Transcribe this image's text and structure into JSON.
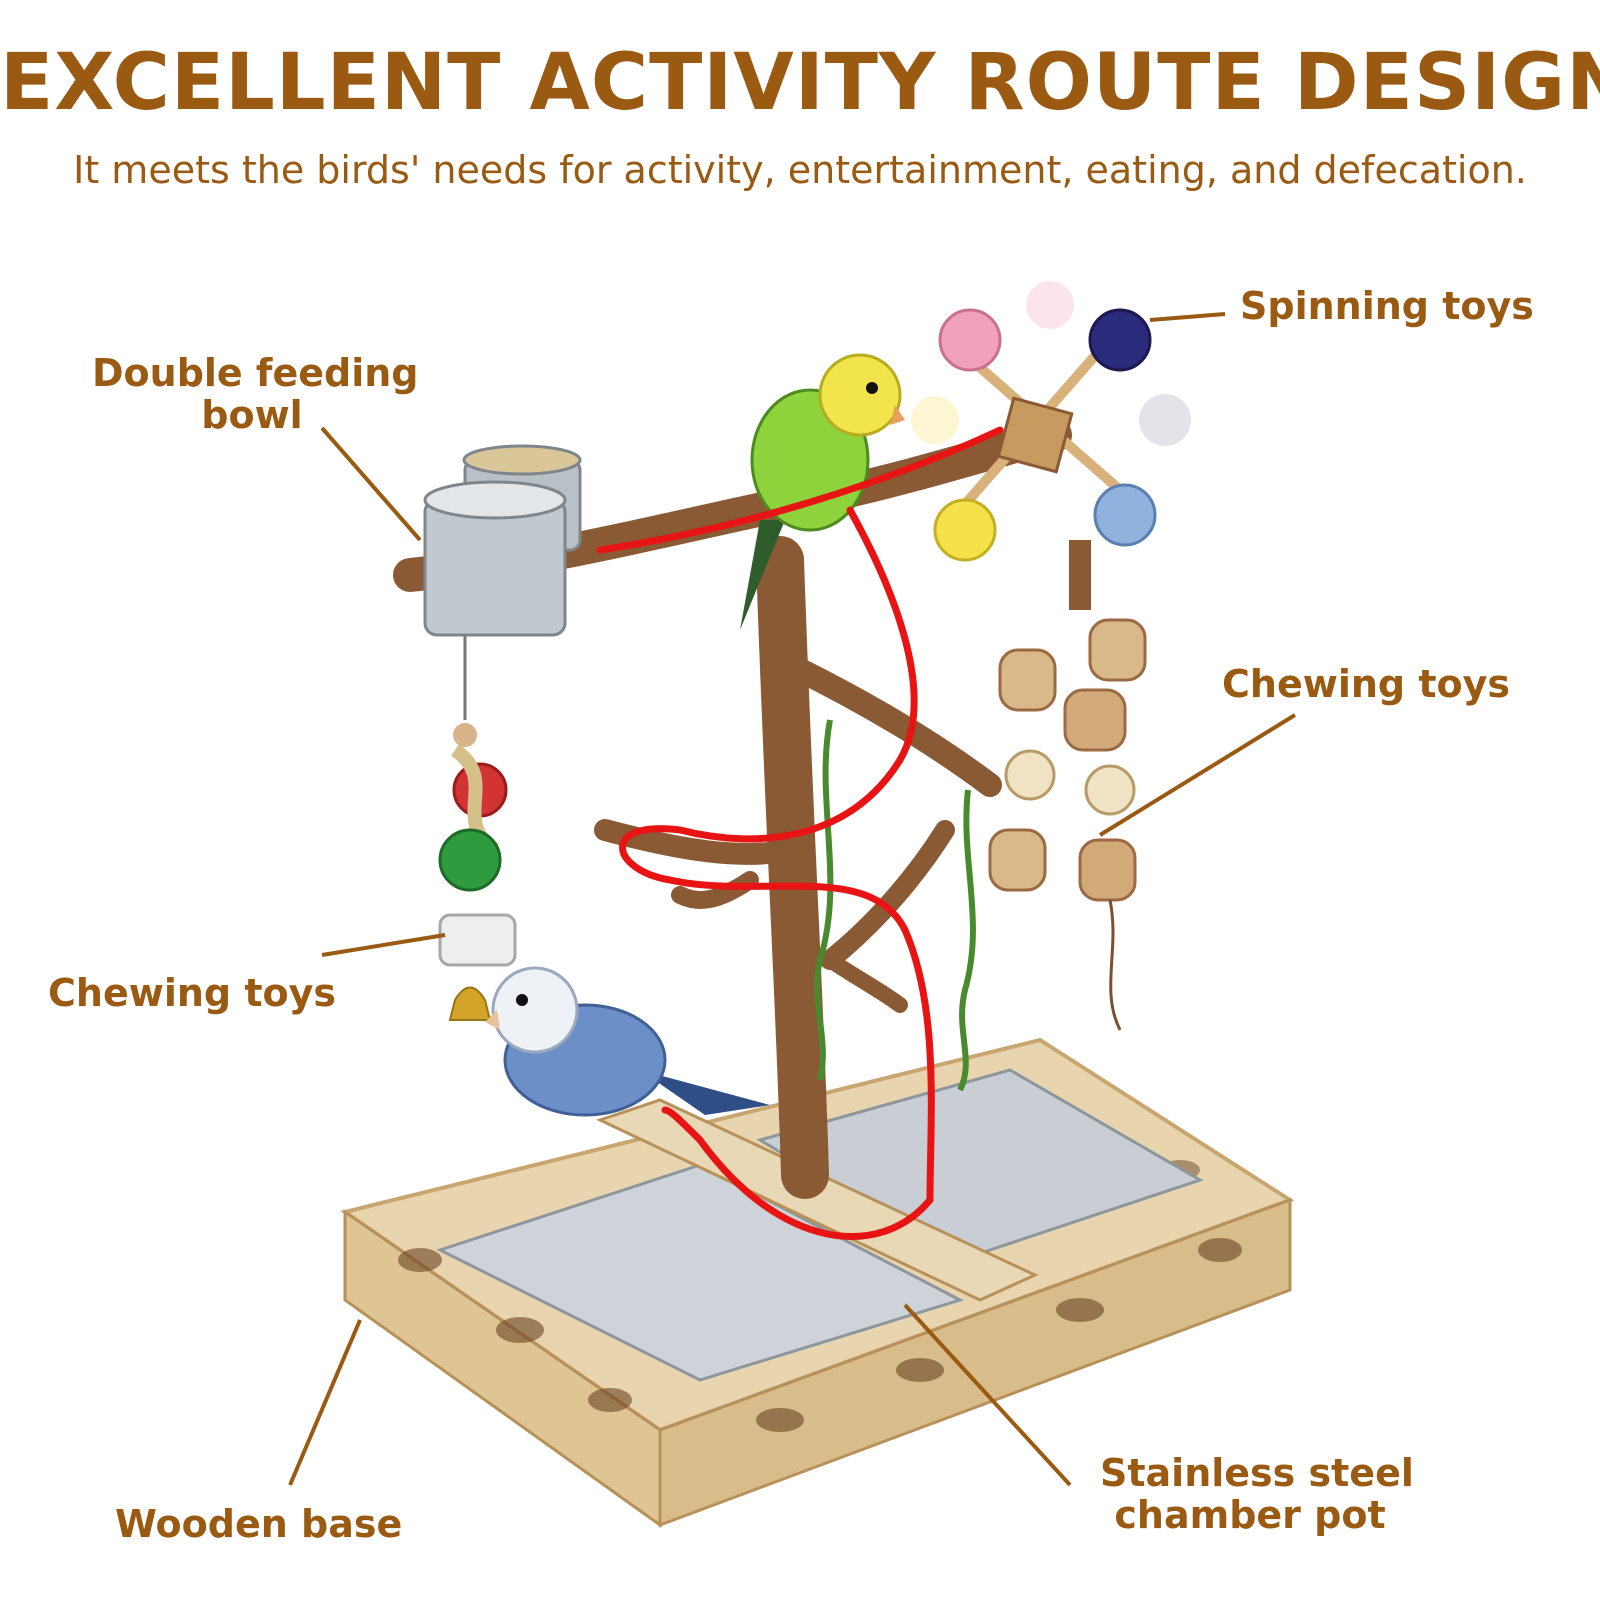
{
  "header": {
    "title": "EXCELLENT ACTIVITY ROUTE DESIGN",
    "subtitle": "It meets the birds' needs for activity, entertainment, eating, and defecation."
  },
  "labels": {
    "spinning_toys": "Spinning toys",
    "double_feeding_bowl_line1": "Double feeding",
    "double_feeding_bowl_line2": "bowl",
    "chewing_toys_right": "Chewing toys",
    "chewing_toys_left": "Chewing toys",
    "stainless_line1": "Stainless steel",
    "stainless_line2": "chamber pot",
    "wooden_base": "Wooden base"
  },
  "colors": {
    "text": "#9a5a12",
    "route": "#e81414",
    "wood": "#9b6a43",
    "steel": "#b8bec4"
  }
}
